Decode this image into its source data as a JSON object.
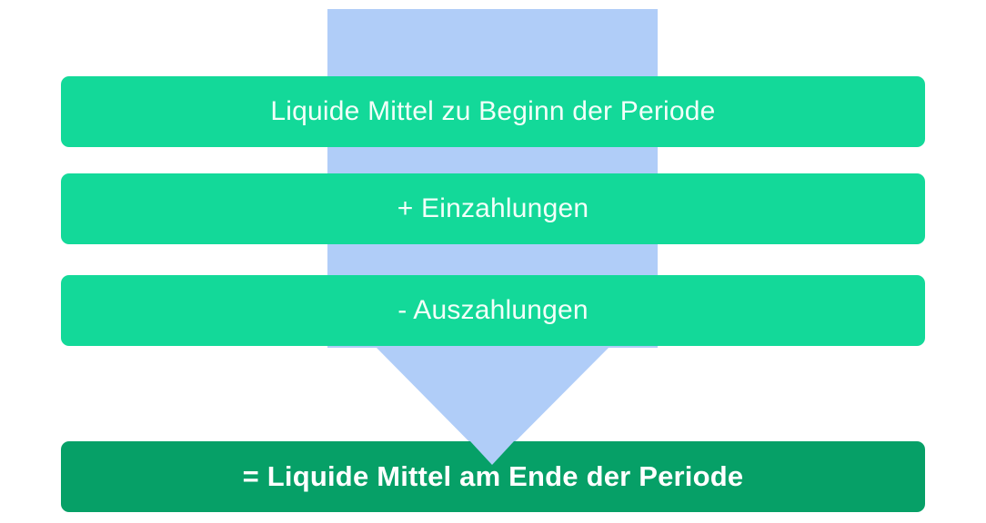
{
  "diagram": {
    "type": "flow-arrow",
    "colors": {
      "arrow": "#b0cdf8",
      "step_box": "#13d999",
      "result_box": "#06a067",
      "text": "#ffffff"
    },
    "steps": [
      {
        "label": "Liquide Mittel zu Beginn der Periode"
      },
      {
        "label": "+ Einzahlungen"
      },
      {
        "label": "- Auszahlungen"
      }
    ],
    "result": {
      "label": "= Liquide Mittel am Ende der Periode"
    }
  }
}
